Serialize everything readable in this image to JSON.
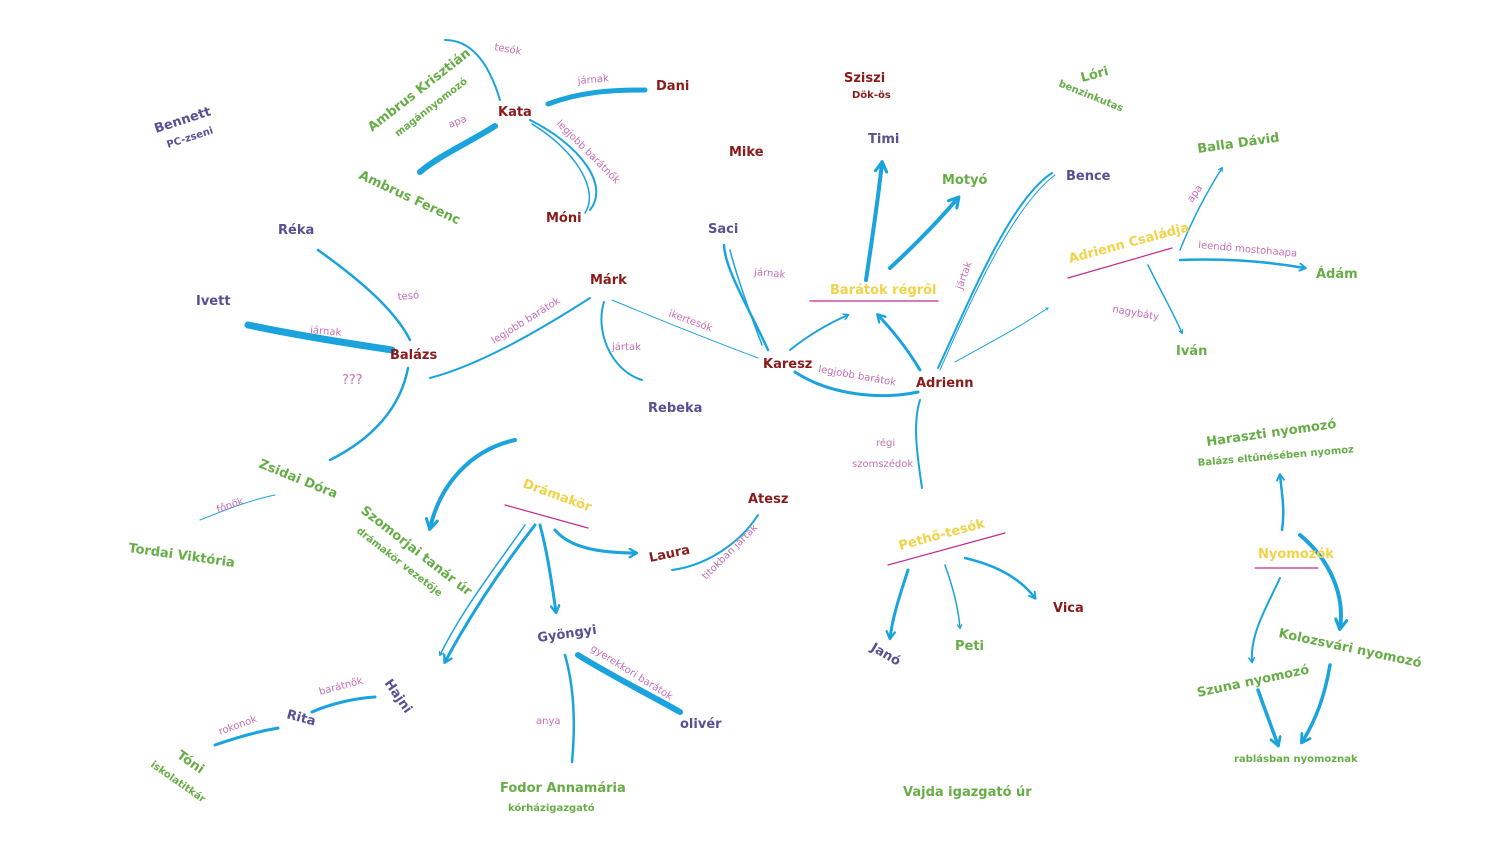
{
  "colors": {
    "line": "#1aa3dd",
    "underline": "#c22a8e",
    "red_name": "#8b1a1a",
    "purple_name": "#5a4f94",
    "green_name": "#67ad47",
    "yellow_group": "#f3d248",
    "pink_relation": "#c66fb4"
  },
  "nodes": {
    "bennett": "Bennett",
    "bennett_sub": "PC-zseni",
    "ambrus_krisztian": "Ambrus Krisztián",
    "ambrus_krisztian_sub": "magánnyomozó",
    "kata": "Kata",
    "dani": "Dani",
    "moni": "Móni",
    "ambrus_ferenc": "Ambrus Ferenc",
    "sziszi": "Sziszi",
    "sziszi_sub": "Dök-ös",
    "mike": "Mike",
    "timi": "Timi",
    "lori": "Lóri",
    "lori_sub": "benzinkutas",
    "motyo": "Motyó",
    "bence": "Bence",
    "balla_david": "Balla Dávid",
    "reka": "Réka",
    "ivett": "Ivett",
    "balazs": "Balázs",
    "mark": "Márk",
    "saci": "Saci",
    "baratok_regrol": "Barátok régről",
    "adrienn_csaladja": "Adrienn Családja",
    "adam": "Ádám",
    "ivan": "Iván",
    "karesz": "Karesz",
    "adrienn": "Adrienn",
    "rebeka": "Rebeka",
    "zsidai_dora": "Zsidai Dóra",
    "tordai_viktoria": "Tordai Viktória",
    "dramakor": "Drámakör",
    "atesz": "Atesz",
    "szomorjai": "Szomorjai tanár úr",
    "szomorjai_sub": "drámakör vezetője",
    "laura": "Laura",
    "gyongyi": "Gyöngyi",
    "olivier": "olivér",
    "hajni": "Hajni",
    "rita": "Rita",
    "toni": "Tóni",
    "toni_sub": "iskolatitkár",
    "fodor": "Fodor Annamária",
    "fodor_sub": "kórházigazgató",
    "petho_tesok": "Pethő-tesók",
    "jano": "Janó",
    "peti": "Peti",
    "vica": "Vica",
    "vajda": "Vajda igazgató úr",
    "haraszti": "Haraszti nyomozó",
    "haraszti_sub": "Balázs eltűnésében nyomoz",
    "nyomozok": "Nyomozók",
    "kolozsvari": "Kolozsvári nyomozó",
    "szuna": "Szuna nyomozó",
    "rablasban": "rablásban nyomoznak"
  },
  "edges": {
    "tesok": "tesók",
    "jarnak_kata_dani": "járnak",
    "apa_kata": "apa",
    "legjobb_baratnok": "legjobb barátnők",
    "teso_reka": "tesó",
    "jarnak_ivett": "járnak",
    "kerdojel": "???",
    "legjobb_baratok_mark": "legjobb barátok",
    "jartak_rebeka": "jártak",
    "ikertesok": "ikertesók",
    "jarnak_saci": "járnak",
    "legjobb_baratok_karesz": "legjobb barátok",
    "jartak_bence": "jártak",
    "apa_balla": "apa",
    "leendo_mostohaapa": "leendő mostohaapa",
    "nagybaty": "nagybáty",
    "regi": "régi",
    "szomszedok": "szomszédok",
    "fonok": "főnök",
    "titokban_jartak": "titokban jártak",
    "gyerekkori_baratok": "gyerekkori barátok",
    "baratnok": "barátnők",
    "rokonok": "rokonok",
    "anya": "anya"
  }
}
